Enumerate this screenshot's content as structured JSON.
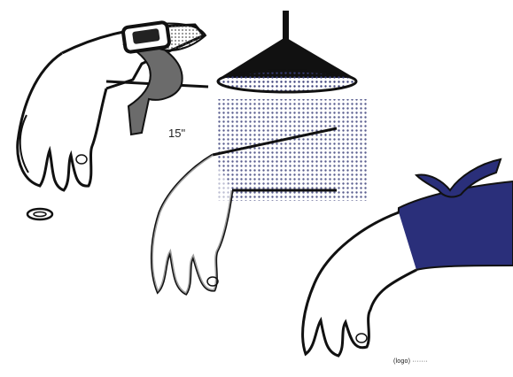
{
  "panels": [
    {
      "name": "remove-watch-and-jewelry"
    },
    {
      "name": "cool-burn-under-running-water",
      "time_label": "15\""
    },
    {
      "name": "cover-with-clean-cloth"
    }
  ],
  "credit_text": "(logo) ·······",
  "colors": {
    "ink": "#111111",
    "water": "#2b3170",
    "cloth": "#2a2f7a",
    "strap": "#6b6b6b"
  }
}
